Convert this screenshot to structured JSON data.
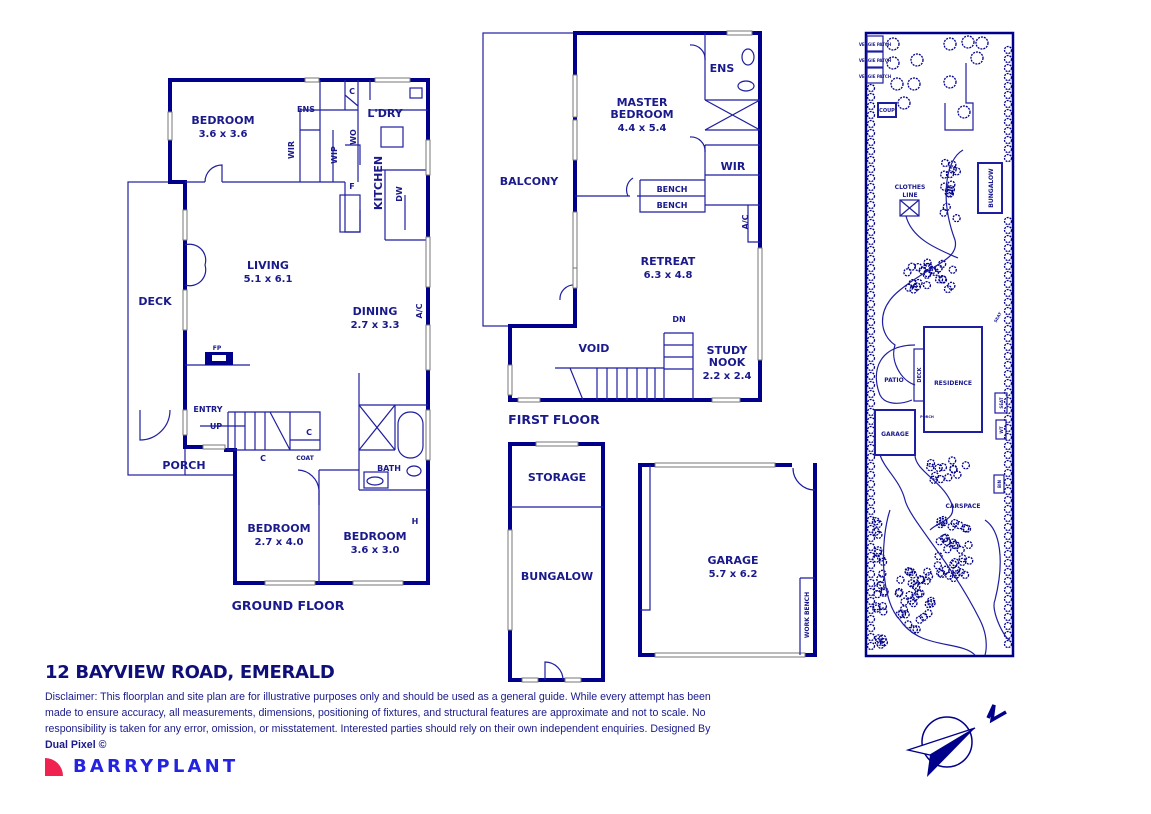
{
  "title": "12 BAYVIEW ROAD, EMERALD",
  "disclaimer": {
    "text": "Disclaimer: This floorplan and site plan are for illustrative purposes only and should be used as a general guide. While every attempt has been made to ensure accuracy, all measurements, dimensions, positioning of fixtures, and structural features are approximate and not to scale. No responsibility is taken for any error, omission, or misstatement. Interested parties should rely on their own independent enquiries. Designed By",
    "designer": "Dual Pixel ©"
  },
  "brand": {
    "name": "BARRYPLANT",
    "accent": "#f0224f",
    "text_color": "#2424e0"
  },
  "colors": {
    "walls": "#00008b",
    "labels": "#1a1a8c"
  },
  "ground_floor": {
    "label": "GROUND FLOOR",
    "rooms": {
      "bedroom1": {
        "name": "BEDROOM",
        "dim": "3.6 x 3.6"
      },
      "ens": "ENS",
      "c1": "C",
      "ldry": "L'DRY",
      "wir": "WIR",
      "wip": "WIP",
      "wo": "WO",
      "kitchen": "KITCHEN",
      "dw": "DW",
      "f": "F",
      "living": {
        "name": "LIVING",
        "dim": "5.1 x 6.1"
      },
      "deck": "DECK",
      "dining": {
        "name": "DINING",
        "dim": "2.7 x 3.3"
      },
      "ac": "A/C",
      "fp": "FP",
      "entry": "ENTRY",
      "up": "UP",
      "c2": "C",
      "c3": "C",
      "coat": "COAT",
      "bath": "BATH",
      "porch": "PORCH",
      "h": "H",
      "bedroom2": {
        "name": "BEDROOM",
        "dim": "2.7 x 4.0"
      },
      "bedroom3": {
        "name": "BEDROOM",
        "dim": "3.6 x 3.0"
      }
    }
  },
  "first_floor": {
    "label": "FIRST FLOOR",
    "rooms": {
      "master": {
        "name1": "MASTER",
        "name2": "BEDROOM",
        "dim": "4.4 x 5.4"
      },
      "ens": "ENS",
      "wir": "WIR",
      "bench1": "BENCH",
      "bench2": "BENCH",
      "balcony": "BALCONY",
      "ac": "A/C",
      "retreat": {
        "name": "RETREAT",
        "dim": "6.3 x 4.8"
      },
      "dn": "DN",
      "void": "VOID",
      "study": {
        "name1": "STUDY",
        "name2": "NOOK",
        "dim": "2.2 x 2.4"
      }
    }
  },
  "outbuildings": {
    "storage": "STORAGE",
    "bungalow": "BUNGALOW",
    "garage": {
      "name": "GARAGE",
      "dim": "5.7 x 6.2"
    },
    "work_bench": "WORK BENCH"
  },
  "site_plan": {
    "veggie": "VEGGIE PATCH",
    "coup": "COUP",
    "clothes1": "CLOTHES",
    "clothes2": "LINE",
    "bungalow": "BUNGALOW",
    "patio": "PATIO",
    "deck": "DECK",
    "residence": "RESIDENCE",
    "seat1": "SEAT",
    "seat2": "SEAT",
    "porch": "PORCH",
    "garage": "GARAGE",
    "wt": "WT",
    "bin": "BIN",
    "carspace": "CARSPACE"
  },
  "compass": {
    "label": "N",
    "icon": "north-arrow-icon"
  }
}
